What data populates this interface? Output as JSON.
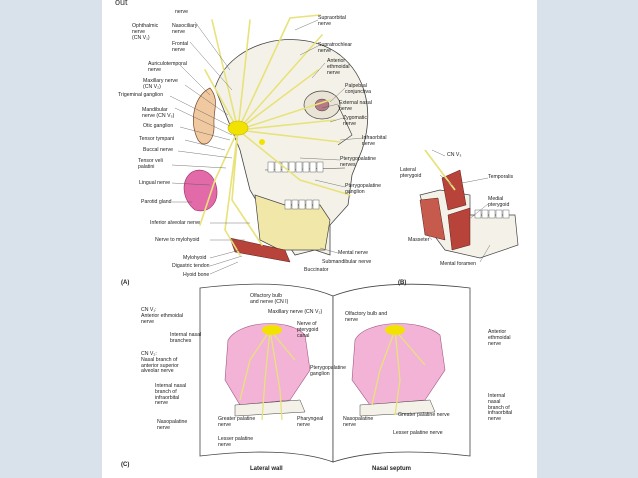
{
  "header_fragment": "out",
  "panel_a": {
    "tag": "(A)",
    "labels_left": [
      "Ophthalmic\nnerve\n(CN V₁)",
      "Nasociliary\nnerve",
      "Frontal\nnerve",
      "Auriculotemporal\nnerve",
      "Maxillary nerve\n(CN V₂)",
      "Trigeminal ganglion",
      "Mandibular\nnerve (CN V₃)",
      "Otic ganglion",
      "Tensor tympani",
      "Buccal nerve",
      "Tensor veli\npalatini",
      "Lingual nerve",
      "Parotid gland",
      "Inferior alveolar nerve",
      "Nerve to mylohyoid",
      "Mylohyoid",
      "Digastric tendon",
      "Hyoid bone"
    ],
    "top_fragment": "nerve",
    "labels_right": [
      "Supraorbital\nnerve",
      "Supratrochlear\nnerve",
      "Anterior\nethmoidal\nnerve",
      "Palpebral\nconjunctiva",
      "External nasal\nnerve",
      "Zygomatic\nnerve",
      "Infraorbital\nnerve",
      "Pterygopalatine\nnerves",
      "Pterygopalatine\nganglion",
      "Mental nerve",
      "Submandibular nerve",
      "Buccinator"
    ]
  },
  "panel_b": {
    "tag": "(B)",
    "labels": [
      "CN V₃",
      "Lateral\npterygoid",
      "Temporalis",
      "Medial\npterygoid",
      "Masseter",
      "Mental foramen"
    ]
  },
  "panel_c": {
    "tag": "(C)",
    "left_labels": [
      "CN V₁:\nAnterior ethmoidal\nnerve",
      "Internal nasal\nbranches",
      "CN V₂:\nNasal branch of\nanterior superior\nalveolar nerve",
      "Internal nasal\nbranch of\ninfraorbital\nnerve",
      "Nasopalatine\nnerve"
    ],
    "mid_labels": [
      "Olfactory bulb\nand nerve (CN I)",
      "Maxillary nerve (CN V₂)",
      "Nerve of\npterygoid\ncanal",
      "Pterygopalatine\nganglion",
      "Greater palatine\nnerve",
      "Lesser palatine\nnerve",
      "Pharyngeal\nnerve"
    ],
    "right_labels": [
      "Olfactory bulb and\nnerve",
      "Anterior\nethmoidal\nnerve",
      "Internal\nnasal\nbranch of\ninfraorbital\nnerve",
      "Nasopalatine\nnerve",
      "Greater palatine nerve",
      "Lesser palatine nerve"
    ],
    "caption_left": "Lateral wall",
    "caption_right": "Nasal septum"
  },
  "colors": {
    "nerve": "#e8e27a",
    "nerve_dark": "#c9b400",
    "ganglion": "#f2e200",
    "skull": "#f4f2e8",
    "skull_line": "#444444",
    "gland": "#e26aa8",
    "muscle": "#b8433a",
    "mucosa": "#f2b3d6",
    "background": "#d9e1ea"
  }
}
